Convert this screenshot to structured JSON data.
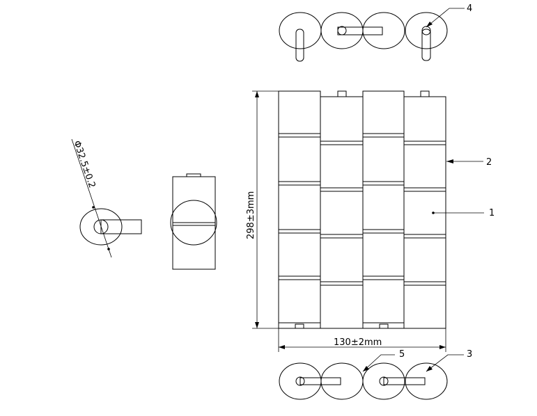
{
  "drawing": {
    "dimensions": {
      "diameter": "Φ32.5±0.2",
      "height": "298±3mm",
      "width": "130±2mm"
    },
    "callouts": [
      {
        "label": "1"
      },
      {
        "label": "2"
      },
      {
        "label": "3"
      },
      {
        "label": "4"
      },
      {
        "label": "5"
      }
    ],
    "colors": {
      "line": "#000000",
      "background": "#ffffff"
    }
  }
}
